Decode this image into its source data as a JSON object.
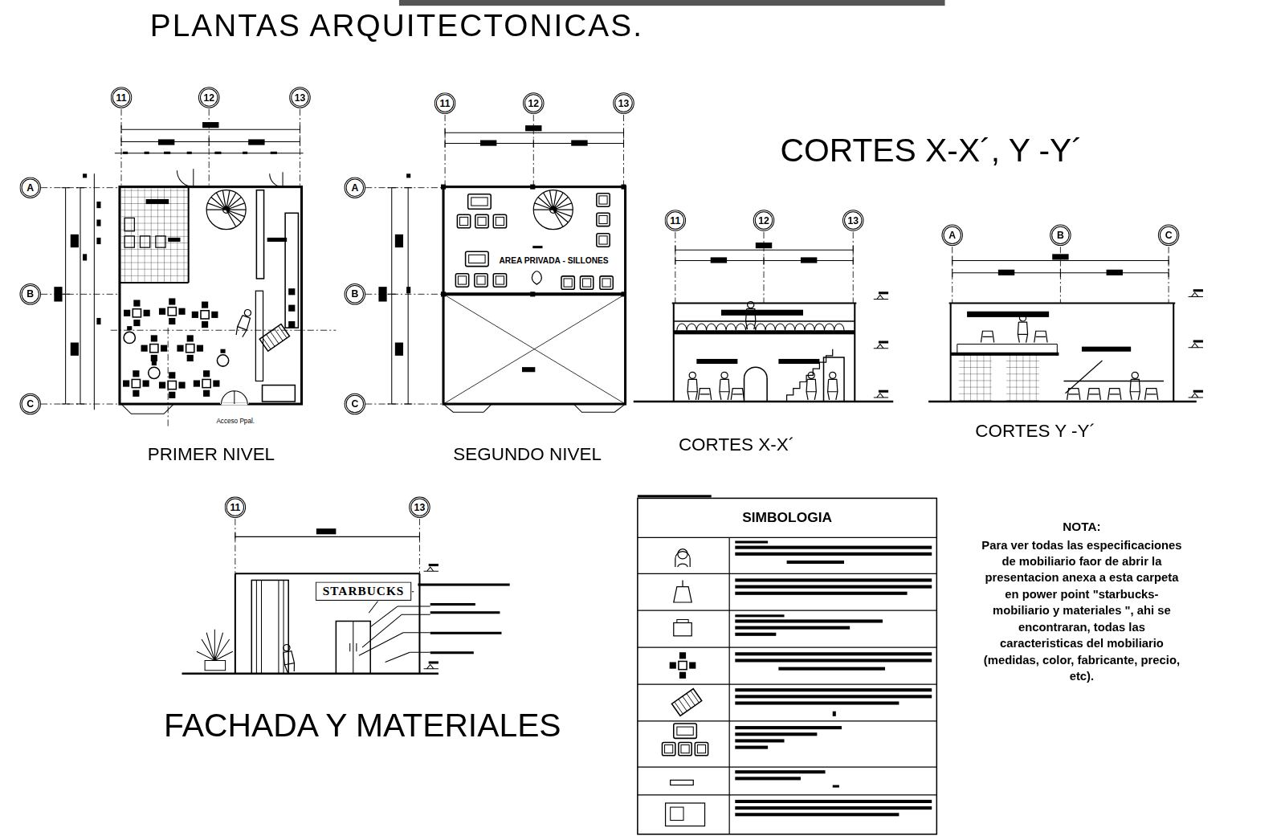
{
  "diagram": {
    "title": "PLANTAS ARQUITECTONICAS.",
    "nodes": [
      {
        "text": [
          "11"
        ]
      },
      {
        "text": [
          "12"
        ]
      },
      {
        "text": [
          "13"
        ]
      },
      {
        "text": [
          "A"
        ]
      },
      {
        "text": [
          "B"
        ]
      },
      {
        "text": [
          "C"
        ]
      },
      {
        "text": [
          "11"
        ]
      },
      {
        "text": [
          "12"
        ]
      },
      {
        "text": [
          "13"
        ]
      },
      {
        "text": [
          "A"
        ]
      },
      {
        "text": [
          "B"
        ]
      },
      {
        "text": [
          "C"
        ]
      },
      {
        "text": [
          "11"
        ]
      },
      {
        "text": [
          "12"
        ]
      },
      {
        "text": [
          "13"
        ]
      },
      {
        "text": [
          "A"
        ]
      },
      {
        "text": [
          "B"
        ]
      },
      {
        "text": [
          "C"
        ]
      },
      {
        "text": [
          "11"
        ]
      },
      {
        "text": [
          "13"
        ]
      },
      {
        "text": [
          "STARBUCKS"
        ]
      },
      {
        "text": [
          "SIMBOLOGIA"
        ]
      }
    ],
    "labels": [
      "CORTES X-X´, Y -Y´",
      "AREA PRIVADA - SILLONES",
      "Acceso Ppal.",
      "PRIMER NIVEL",
      "SEGUNDO NIVEL",
      "CORTES X-X´",
      "CORTES Y -Y´",
      "FACHADA Y MATERIALES",
      "NOTA:",
      "Para ver todas las especificaciones de mobiliario faor de abrir la presentacion anexa a esta carpeta en power point \"starbucks- mobiliario y materiales \", ahi se encontraran, todas las caracteristicas del mobiliario (medidas, color, fabricante, precio, etc)."
    ]
  }
}
